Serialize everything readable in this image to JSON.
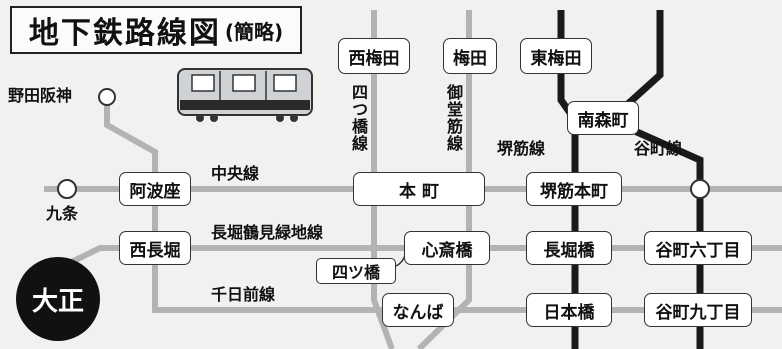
{
  "title": {
    "main": "地下鉄路線図",
    "sub": "(簡略)"
  },
  "stations": {
    "nishi_umeda": "西梅田",
    "umeda": "梅田",
    "higashi_umeda": "東梅田",
    "minami_morimachi": "南森町",
    "awaza": "阿波座",
    "honmachi": "本 町",
    "sakaisuji_honmachi": "堺筋本町",
    "nishi_nagahori": "西長堀",
    "shinsaibashi": "心斎橋",
    "nagahoribashi": "長堀橋",
    "tanimachi_6": "谷町六丁目",
    "yotsubashi": "四ツ橋",
    "namba": "なんば",
    "nippombashi": "日本橋",
    "tanimachi_9": "谷町九丁目",
    "noda_hanshin": "野田阪神",
    "kujo": "九条",
    "taisho": "大正"
  },
  "lines": {
    "chuo": "中央線",
    "nagahori": "長堀鶴見緑地線",
    "sennichimae": "千日前線",
    "yotsubashi": "四つ橋線",
    "midosuji": "御堂筋線",
    "sakaisuji": "堺筋線",
    "tanimachi": "谷町線"
  },
  "colors": {
    "line_gray": "#b3b3b3",
    "line_black": "#1a1a1a",
    "station_fill": "#ffffff",
    "background": "#f1f1ef"
  },
  "icons": [
    "train-icon",
    "transfer-circle-icon"
  ]
}
